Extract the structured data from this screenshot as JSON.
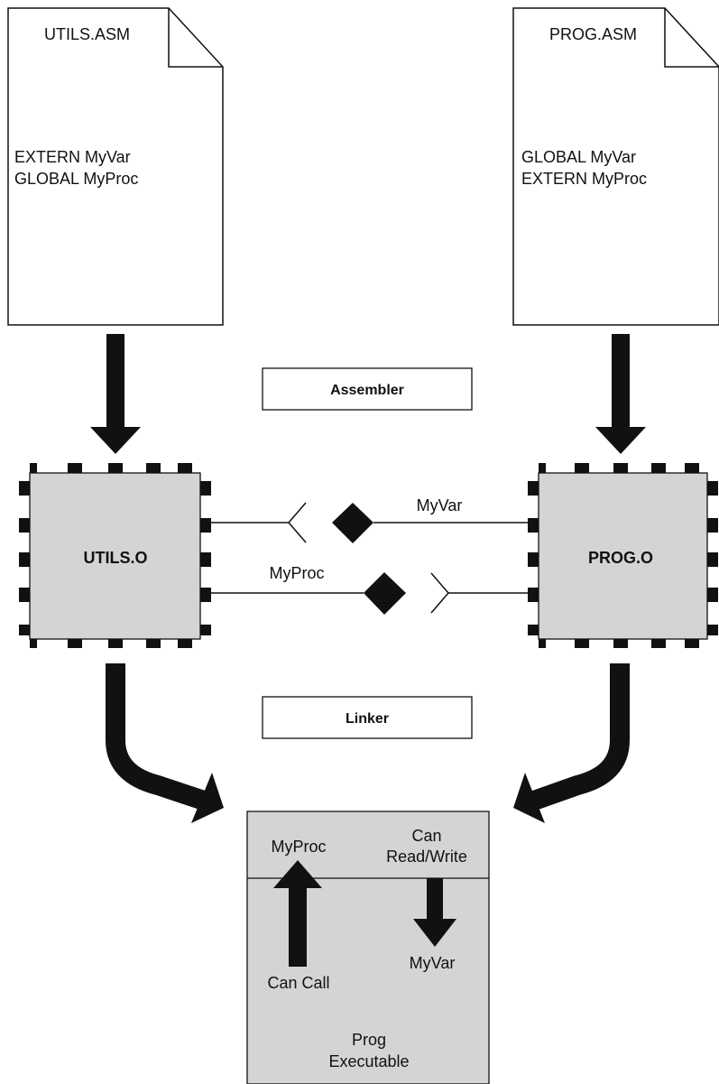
{
  "files": {
    "utils": {
      "name": "UTILS.ASM",
      "line1": "EXTERN MyVar",
      "line2": "GLOBAL MyProc"
    },
    "prog": {
      "name": "PROG.ASM",
      "line1": "GLOBAL MyVar",
      "line2": "EXTERN MyProc"
    }
  },
  "stages": {
    "assembler": "Assembler",
    "linker": "Linker"
  },
  "objects": {
    "utils": "UTILS.O",
    "prog": "PROG.O"
  },
  "links": {
    "var": "MyVar",
    "proc": "MyProc"
  },
  "executable": {
    "proc_label": "MyProc",
    "rw_line1": "Can",
    "rw_line2": "Read/Write",
    "var_label": "MyVar",
    "call_label": "Can Call",
    "title_line1": "Prog",
    "title_line2": "Executable"
  },
  "colors": {
    "ink": "#111111",
    "chip_fill": "#d4d4d6",
    "exe_fill": "#d4d4d6"
  }
}
